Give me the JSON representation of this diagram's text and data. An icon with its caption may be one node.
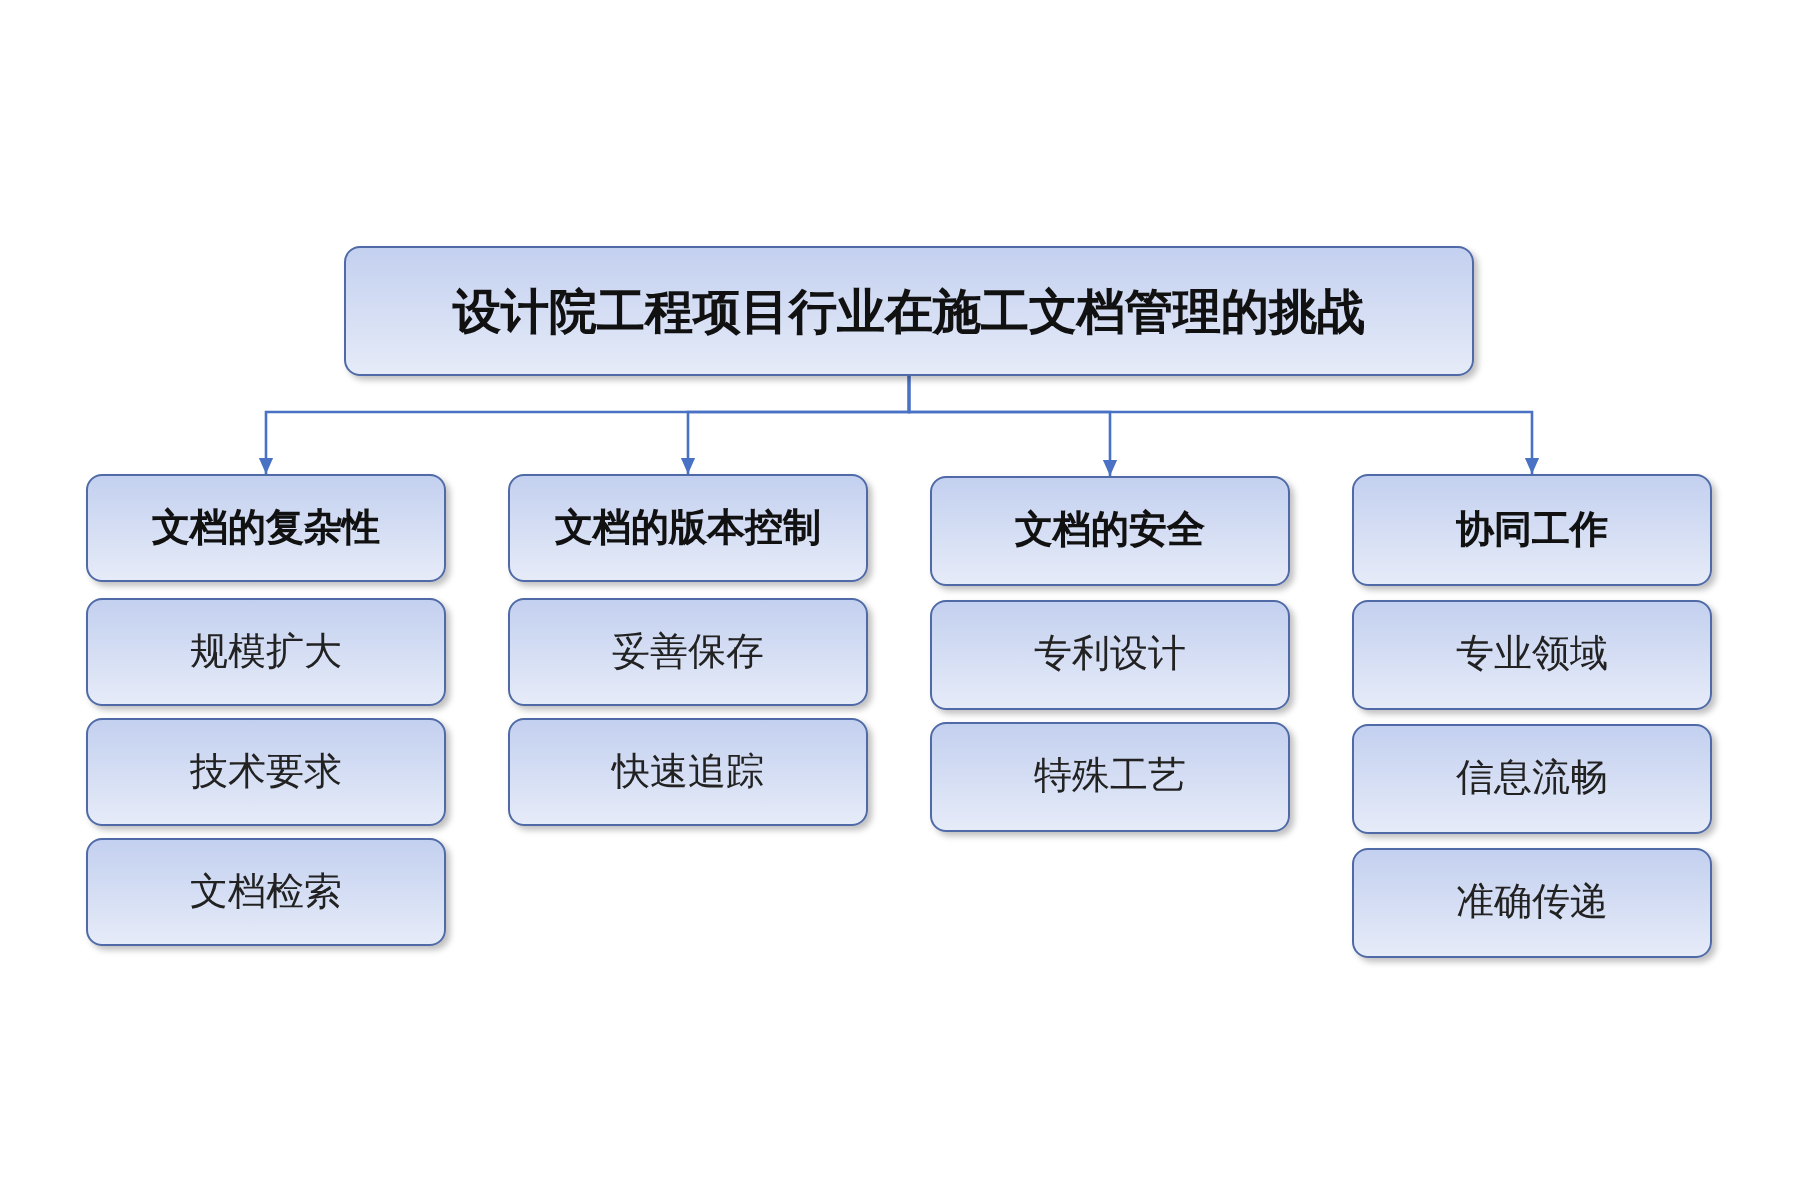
{
  "diagram": {
    "nodes": [
      {
        "text": [
          "设计院工程项目行业在施工文档管理的挑战"
        ]
      },
      {
        "text": [
          "文档的复杂性"
        ]
      },
      {
        "text": [
          "规模扩大"
        ]
      },
      {
        "text": [
          "技术要求"
        ]
      },
      {
        "text": [
          "文档检索"
        ]
      },
      {
        "text": [
          "文档的版本控制"
        ]
      },
      {
        "text": [
          "妥善保存"
        ]
      },
      {
        "text": [
          "快速追踪"
        ]
      },
      {
        "text": [
          "文档的安全"
        ]
      },
      {
        "text": [
          "专利设计"
        ]
      },
      {
        "text": [
          "特殊工艺"
        ]
      },
      {
        "text": [
          "协同工作"
        ]
      },
      {
        "text": [
          "专业领域"
        ]
      },
      {
        "text": [
          "信息流畅"
        ]
      },
      {
        "text": [
          "准确传递"
        ]
      }
    ],
    "edges": [
      {
        "from": 0,
        "to": 1,
        "arrow": "to"
      },
      {
        "from": 0,
        "to": 5,
        "arrow": "to"
      },
      {
        "from": 0,
        "to": 8,
        "arrow": "to"
      },
      {
        "from": 0,
        "to": 11,
        "arrow": "to"
      }
    ]
  }
}
